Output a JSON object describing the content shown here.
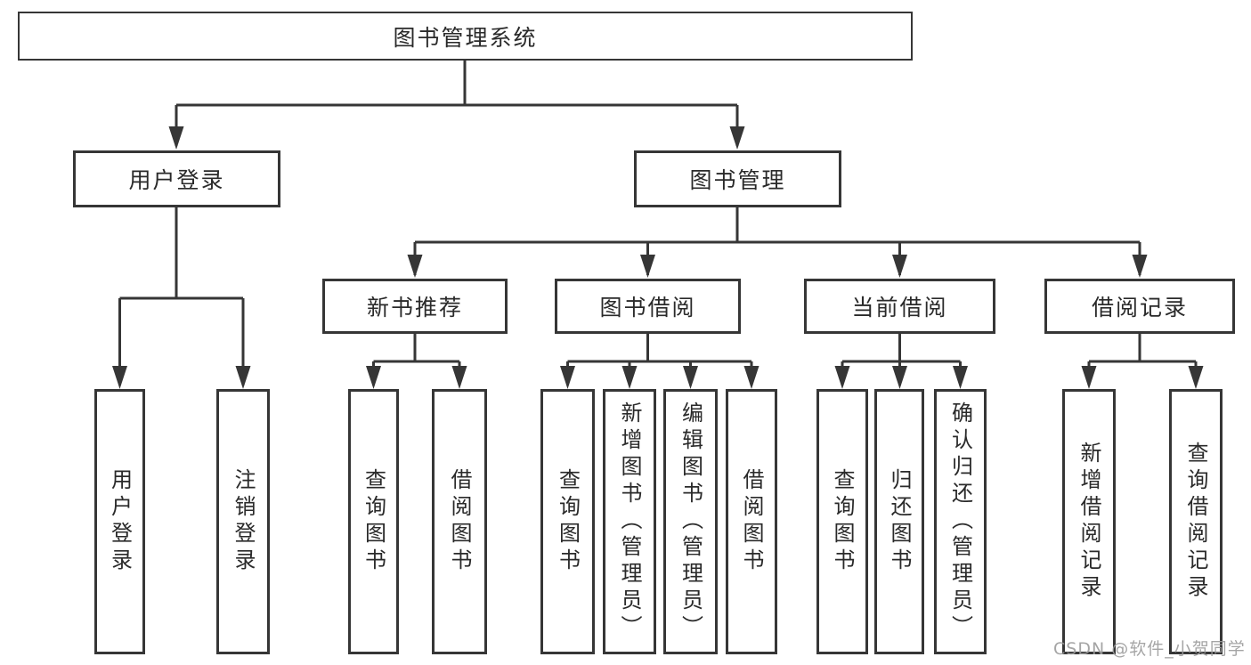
{
  "diagram": {
    "type": "hierarchy",
    "title": "图书管理系统",
    "watermark": "CSDN @软件_小贺同学",
    "colors": {
      "line": "#363636",
      "text": "#2a2a2a",
      "box_background": "#ffffff",
      "watermark": "#9c9c9c"
    },
    "nodes": {
      "root": {
        "label": "图书管理系统"
      },
      "user_login": {
        "label": "用户登录"
      },
      "book_mgmt": {
        "label": "图书管理"
      },
      "new_book": {
        "label": "新书推荐"
      },
      "book_borrow": {
        "label": "图书借阅"
      },
      "current_borrow": {
        "label": "当前借阅"
      },
      "borrow_record": {
        "label": "借阅记录"
      },
      "login_leaf": {
        "label": "用户登录"
      },
      "logout_leaf": {
        "label": "注销登录"
      },
      "nb_query": {
        "label": "查询图书"
      },
      "nb_borrow": {
        "label": "借阅图书"
      },
      "bb_query": {
        "label": "查询图书"
      },
      "bb_add": {
        "label": "新增图书（管理员）"
      },
      "bb_edit": {
        "label": "编辑图书（管理员）"
      },
      "bb_borrow": {
        "label": "借阅图书"
      },
      "cb_query": {
        "label": "查询图书"
      },
      "cb_return": {
        "label": "归还图书"
      },
      "cb_confirm": {
        "label": "确认归还（管理员）"
      },
      "br_add": {
        "label": "新增借阅记录"
      },
      "br_query": {
        "label": "查询借阅记录"
      }
    },
    "edges": [
      {
        "from": "root",
        "to": "user_login"
      },
      {
        "from": "root",
        "to": "book_mgmt"
      },
      {
        "from": "user_login",
        "to": "login_leaf"
      },
      {
        "from": "user_login",
        "to": "logout_leaf"
      },
      {
        "from": "book_mgmt",
        "to": "new_book"
      },
      {
        "from": "book_mgmt",
        "to": "book_borrow"
      },
      {
        "from": "book_mgmt",
        "to": "current_borrow"
      },
      {
        "from": "book_mgmt",
        "to": "borrow_record"
      },
      {
        "from": "new_book",
        "to": "nb_query"
      },
      {
        "from": "new_book",
        "to": "nb_borrow"
      },
      {
        "from": "book_borrow",
        "to": "bb_query"
      },
      {
        "from": "book_borrow",
        "to": "bb_add"
      },
      {
        "from": "book_borrow",
        "to": "bb_edit"
      },
      {
        "from": "book_borrow",
        "to": "bb_borrow"
      },
      {
        "from": "current_borrow",
        "to": "cb_query"
      },
      {
        "from": "current_borrow",
        "to": "cb_return"
      },
      {
        "from": "current_borrow",
        "to": "cb_confirm"
      },
      {
        "from": "borrow_record",
        "to": "br_add"
      },
      {
        "from": "borrow_record",
        "to": "br_query"
      }
    ]
  }
}
